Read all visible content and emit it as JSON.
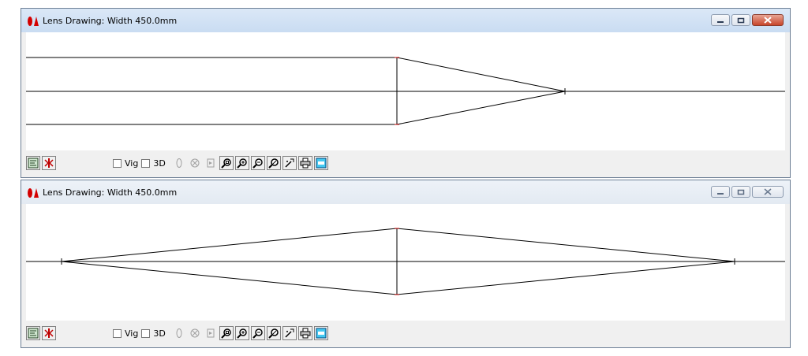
{
  "windows": [
    {
      "title": "Lens Drawing: Width  450.0mm",
      "state": "active",
      "toolbar": {
        "vig_label": "Vig",
        "vig_checked": false,
        "threed_label": "3D",
        "threed_checked": false
      }
    },
    {
      "title": "Lens Drawing: Width  450.0mm",
      "state": "inactive",
      "toolbar": {
        "vig_label": "Vig",
        "vig_checked": false,
        "threed_label": "3D",
        "threed_checked": false
      }
    }
  ],
  "icons": {
    "app": "lens-drawing-app-icon",
    "minimize": "minimize-icon",
    "maximize": "maximize-icon",
    "close": "close-icon",
    "tools": [
      "layout-view-icon",
      "lens-flip-icon",
      "surface-a-icon",
      "surface-b-icon",
      "surface-c-icon",
      "zoom-window-icon",
      "zoom-in-icon",
      "zoom-out-icon",
      "zoom-fit-icon",
      "pan-icon",
      "print-icon",
      "dxf-export-icon"
    ]
  },
  "colors": {
    "ray": "#000000",
    "vertex_marker": "#c00000",
    "app_icon": "#d40000"
  }
}
